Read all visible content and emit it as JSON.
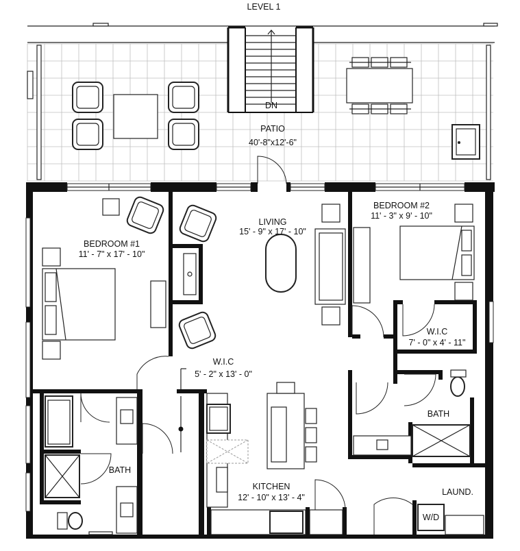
{
  "title": "LEVEL 1",
  "colors": {
    "wall": "#111111",
    "tile_grid": "#bfbfbf",
    "background": "#ffffff"
  },
  "stair_label": "DN",
  "rooms": [
    {
      "id": "patio",
      "name": "PATIO",
      "size": "40'-8\"x12'-6\""
    },
    {
      "id": "living",
      "name": "LIVING",
      "size": "15' - 9\" x 17' - 10\""
    },
    {
      "id": "bedroom1",
      "name": "BEDROOM #1",
      "size": "11' - 7\" x 17' - 10\""
    },
    {
      "id": "bedroom2",
      "name": "BEDROOM #2",
      "size": "11' - 3\" x 9' - 10\""
    },
    {
      "id": "wic1",
      "name": "W.I.C",
      "size": "5' - 2\" x 13' - 0\""
    },
    {
      "id": "wic2",
      "name": "W.I.C",
      "size": "7' - 0\" x 4' - 11\""
    },
    {
      "id": "bath1",
      "name": "BATH",
      "size": ""
    },
    {
      "id": "bath2",
      "name": "BATH",
      "size": ""
    },
    {
      "id": "kitchen",
      "name": "KITCHEN",
      "size": "12' - 10\" x 13' - 4\""
    },
    {
      "id": "laundry",
      "name": "LAUND.",
      "size": ""
    }
  ],
  "appliance_label": "W/D"
}
